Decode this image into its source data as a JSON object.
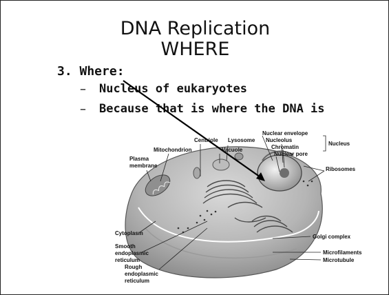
{
  "slide": {
    "title_line1": "DNA Replication",
    "title_line2": "WHERE",
    "point_heading": "3. Where:",
    "bullets": [
      "Nucleus of eukaryotes",
      "Because that is where the DNA is"
    ],
    "bullet_marker": "–"
  },
  "diagram": {
    "labels": {
      "centriole": "Centriole",
      "lysosome": "Lysosome",
      "nuclear_envelope": "Nuclear envelope",
      "nucleolus": "Nucleolus",
      "chromatin": "Chromatin",
      "nuclear_pore": "Nuclear pore",
      "nucleus": "Nucleus",
      "mitochondrion": "Mitochondrion",
      "vacuole": "Vacuole",
      "plasma": "Plasma",
      "membrane": "membrane",
      "ribosomes": "Ribosomes",
      "cytoplasm": "Cytoplasm",
      "smooth": "Smooth",
      "endoplasmic_1": "endoplasmic",
      "reticulum_1": "reticulum",
      "rough": "Rough",
      "endoplasmic_2": "endoplasmic",
      "reticulum_2": "reticulum",
      "golgi": "Golgi complex",
      "microfilaments": "Microfilaments",
      "microtubule": "Microtubule"
    }
  }
}
